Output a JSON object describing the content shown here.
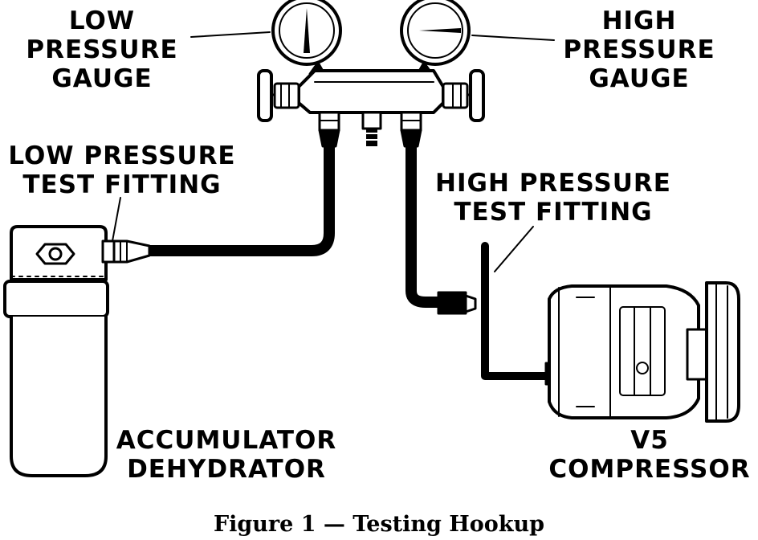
{
  "labels": {
    "low_gauge": [
      "LOW",
      "PRESSURE",
      "GAUGE"
    ],
    "high_gauge": [
      "HIGH",
      "PRESSURE",
      "GAUGE"
    ],
    "low_fitting": [
      "LOW PRESSURE",
      "TEST FITTING"
    ],
    "high_fitting": [
      "HIGH PRESSURE",
      "TEST FITTING"
    ],
    "accumulator": [
      "ACCUMULATOR",
      "DEHYDRATOR"
    ],
    "compressor": [
      "V5",
      "COMPRESSOR"
    ]
  },
  "caption": "Figure 1 — Testing Hookup"
}
